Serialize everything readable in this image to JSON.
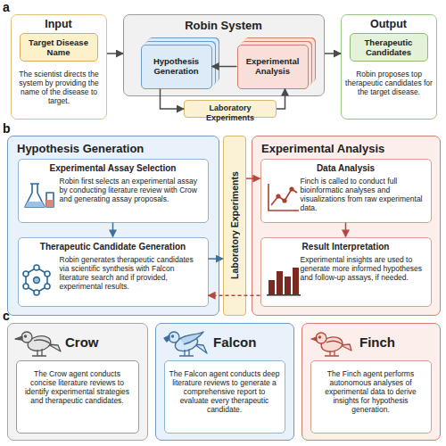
{
  "diagram": {
    "nodes": [
      {
        "text": [
          "Input",
          "The scientist directs the system by providing the name of the disease to target."
        ]
      },
      {
        "text": [
          "Target Disease Name"
        ],
        "in": 0
      },
      {
        "text": [
          "Robin System"
        ]
      },
      {
        "text": [
          "Hypothesis Generation"
        ],
        "in": 2
      },
      {
        "text": [
          "Experimental Analysis"
        ],
        "in": 2
      },
      {
        "text": [
          "Laboratory Experiments"
        ]
      },
      {
        "text": [
          "Output",
          "Robin proposes top therapeutic candidates for the target disease."
        ]
      },
      {
        "text": [
          "Therapeutic Candidates"
        ],
        "in": 6
      },
      {
        "text": [
          "Hypothesis Generation"
        ]
      },
      {
        "text": [
          "Experimental Assay Selection",
          "Robin first selects an experimental assay by conducting literature review with Crow and generating assay proposals."
        ],
        "in": 8
      },
      {
        "text": [
          "Therapeutic Candidate Generation",
          "Robin generates therapeutic candidates via scientific synthesis with Falcon literature search and if provided, experimental results."
        ],
        "in": 8
      },
      {
        "text": [
          "Laboratory Experiments"
        ]
      },
      {
        "text": [
          "Experimental Analysis"
        ]
      },
      {
        "text": [
          "Data Analysis",
          "Finch is called to conduct full bioinformatic analyses and visualizations from raw experimental data."
        ],
        "in": 12
      },
      {
        "text": [
          "Result Interpretation",
          "Experimental insights are used to generate more informed hypotheses and follow-up assays, if needed."
        ],
        "in": 12
      },
      {
        "text": [
          "Crow"
        ]
      },
      {
        "text": [
          "The Crow agent conducts concise literature reviews to identify experimental strategies and therapeutic candidates."
        ],
        "in": 15
      },
      {
        "text": [
          "Falcon"
        ]
      },
      {
        "text": [
          "The Falcon agent conducts deep literature reviews to generate a comprehensive report to evaluate every therapeutic candidate."
        ],
        "in": 17
      },
      {
        "text": [
          "Finch"
        ]
      },
      {
        "text": [
          "The Finch agent performs autonomous analyses of experimental data to derive insights for hypothesis generation."
        ],
        "in": 19
      }
    ],
    "edges": [
      {
        "from": 0,
        "to": 2,
        "arrow": "to"
      },
      {
        "from": 2,
        "to": 6,
        "arrow": "to"
      },
      {
        "from": 3,
        "to": 5,
        "arrow": "to"
      },
      {
        "from": 5,
        "to": 4,
        "arrow": "to"
      },
      {
        "from": 4,
        "to": 3,
        "arrow": "to"
      },
      {
        "from": 9,
        "to": 10,
        "arrow": "to"
      },
      {
        "from": 10,
        "to": 11,
        "arrow": "to"
      },
      {
        "from": 11,
        "to": 13,
        "arrow": "to"
      },
      {
        "from": 13,
        "to": 14,
        "arrow": "to"
      },
      {
        "from": 14,
        "to": 10,
        "arrow": "to"
      }
    ],
    "labels": [
      "a",
      "b",
      "c"
    ]
  }
}
